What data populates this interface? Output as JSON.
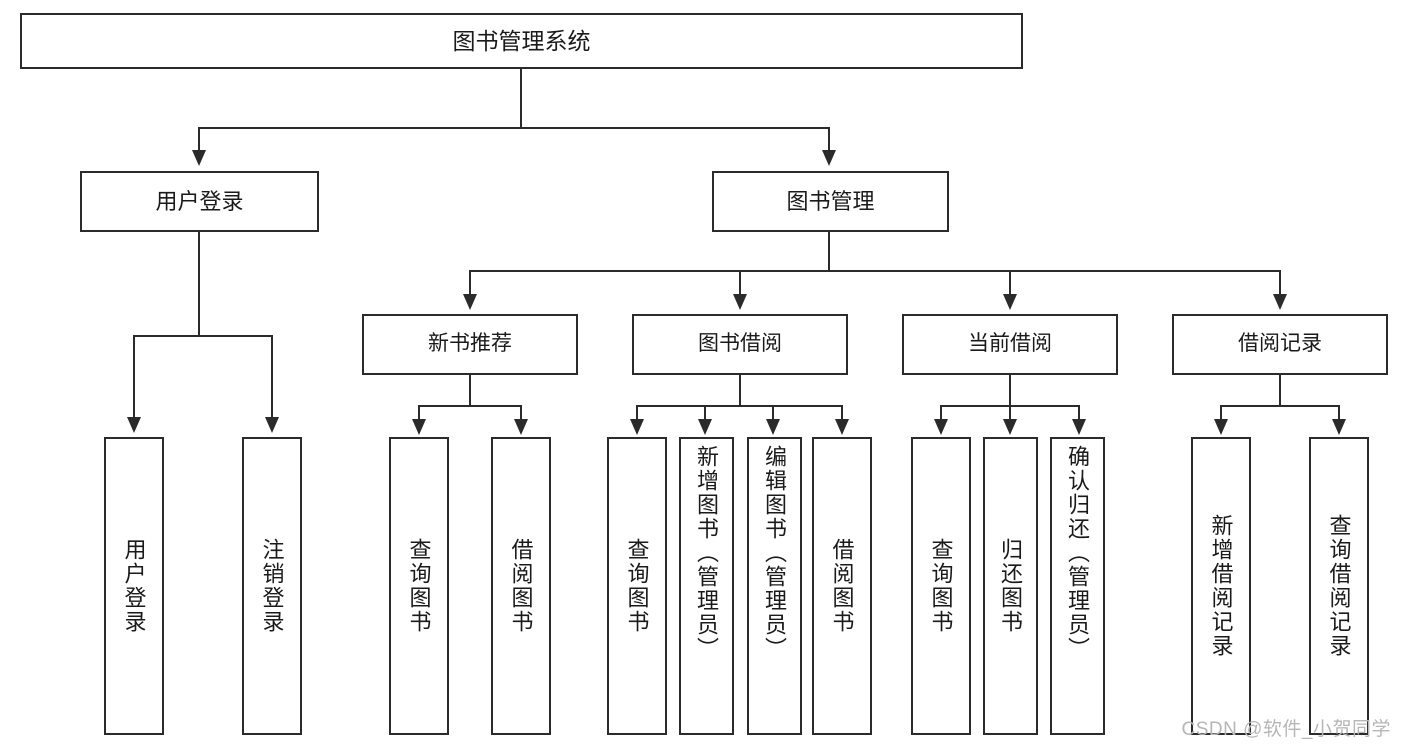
{
  "diagram": {
    "title": "图书管理系统",
    "type": "tree",
    "root": {
      "label": "图书管理系统"
    },
    "level2": [
      {
        "label": "用户登录"
      },
      {
        "label": "图书管理"
      }
    ],
    "level3": [
      {
        "label": "新书推荐"
      },
      {
        "label": "图书借阅"
      },
      {
        "label": "当前借阅"
      },
      {
        "label": "借阅记录"
      }
    ],
    "leaves": {
      "user_login": [
        {
          "label": "用户登录"
        },
        {
          "label": "注销登录"
        }
      ],
      "new_book_recommend": [
        {
          "label": "查询图书"
        },
        {
          "label": "借阅图书"
        }
      ],
      "book_borrow": [
        {
          "label": "查询图书"
        },
        {
          "label": "新增图书（管理员）"
        },
        {
          "label": "编辑图书（管理员）"
        },
        {
          "label": "借阅图书"
        }
      ],
      "current_borrow": [
        {
          "label": "查询图书"
        },
        {
          "label": "归还图书"
        },
        {
          "label": "确认归还（管理员）"
        }
      ],
      "borrow_record": [
        {
          "label": "新增借阅记录"
        },
        {
          "label": "查询借阅记录"
        }
      ]
    }
  },
  "watermark": {
    "text": "CSDN @软件_小贺同学"
  },
  "colors": {
    "stroke": "#2b2b2b",
    "background": "#ffffff",
    "watermark": "#b6b6b6"
  }
}
